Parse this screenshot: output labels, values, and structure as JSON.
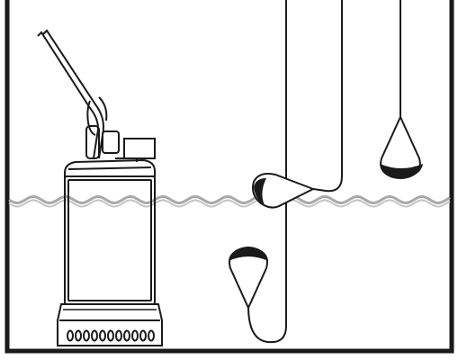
{
  "diagram": {
    "colors": {
      "background": "#ffffff",
      "stroke": "#1a1a1a",
      "water": "#a9a9a9",
      "float_fill_dark": "#222222"
    },
    "components": [
      "sump-tank",
      "submersible-pump",
      "water-surface",
      "float-switch-upper",
      "float-switch-middle",
      "float-switch-lower"
    ]
  }
}
